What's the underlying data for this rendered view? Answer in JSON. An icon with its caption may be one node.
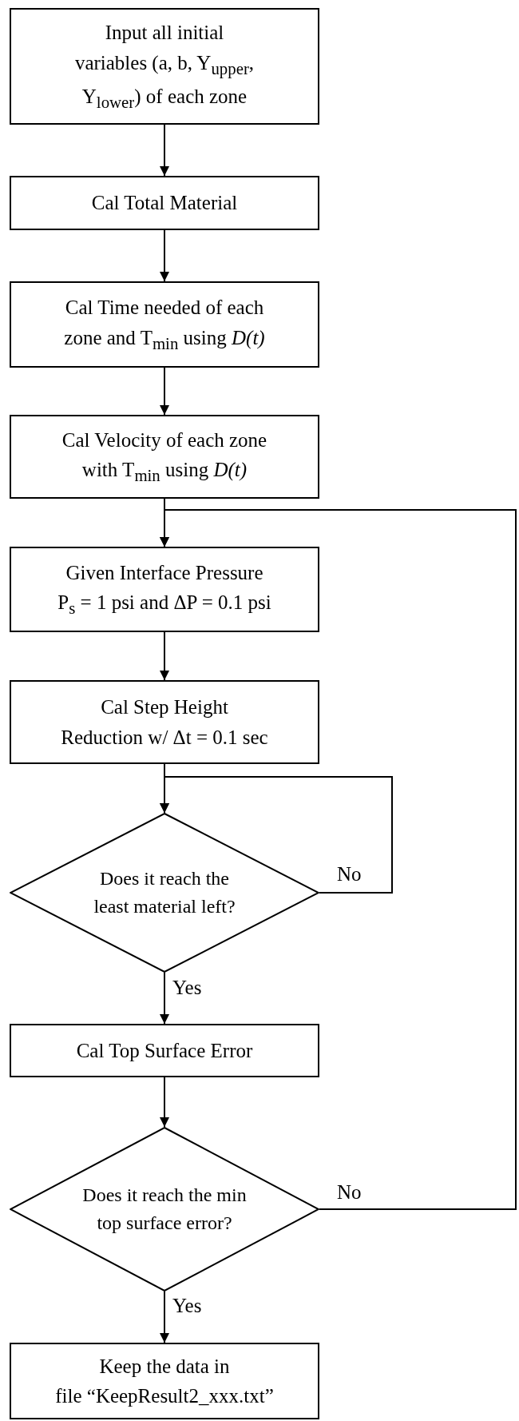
{
  "diagram": {
    "nodes": [
      {
        "text": [
          "Input all initial variables (a, b, Y$_{upper}$, Y$_{lower}$) of each zone"
        ]
      },
      {
        "text": [
          "Cal Total Material"
        ]
      },
      {
        "text": [
          "Cal Time needed of each zone and T$_{min}$ using *D(t)*"
        ]
      },
      {
        "text": [
          "Cal Velocity of each zone with T$_{min}$ using *D(t)*"
        ]
      },
      {
        "text": [
          "Given Interface Pressure P$_{s}$ = 1 psi and ΔP = 0.1 psi"
        ]
      },
      {
        "text": [
          "Cal Step Height Reduction w/ Δt = 0.1 sec"
        ]
      },
      {
        "text": [
          "Does it reach the least material left?"
        ]
      },
      {
        "text": [
          "Cal Top Surface Error"
        ]
      },
      {
        "text": [
          "Does it reach the min top surface error?"
        ]
      },
      {
        "text": [
          "Keep the data in file “KeepResult2_xxx.txt”"
        ]
      }
    ],
    "edges": [
      {
        "from": 0,
        "to": 1,
        "arrow": "to"
      },
      {
        "from": 1,
        "to": 2,
        "arrow": "to"
      },
      {
        "from": 2,
        "to": 3,
        "arrow": "to"
      },
      {
        "from": 3,
        "to": 4,
        "arrow": "to"
      },
      {
        "from": 4,
        "to": 5,
        "arrow": "to"
      },
      {
        "from": 5,
        "to": 6,
        "arrow": "to"
      },
      {
        "from": 6,
        "to": 6,
        "arrow": "to",
        "label": "No"
      },
      {
        "from": 6,
        "to": 7,
        "arrow": "to",
        "label": "Yes"
      },
      {
        "from": 7,
        "to": 8,
        "arrow": "to"
      },
      {
        "from": 8,
        "to": 4,
        "arrow": "to",
        "label": "No"
      },
      {
        "from": 8,
        "to": 9,
        "arrow": "to",
        "label": "Yes"
      }
    ]
  }
}
